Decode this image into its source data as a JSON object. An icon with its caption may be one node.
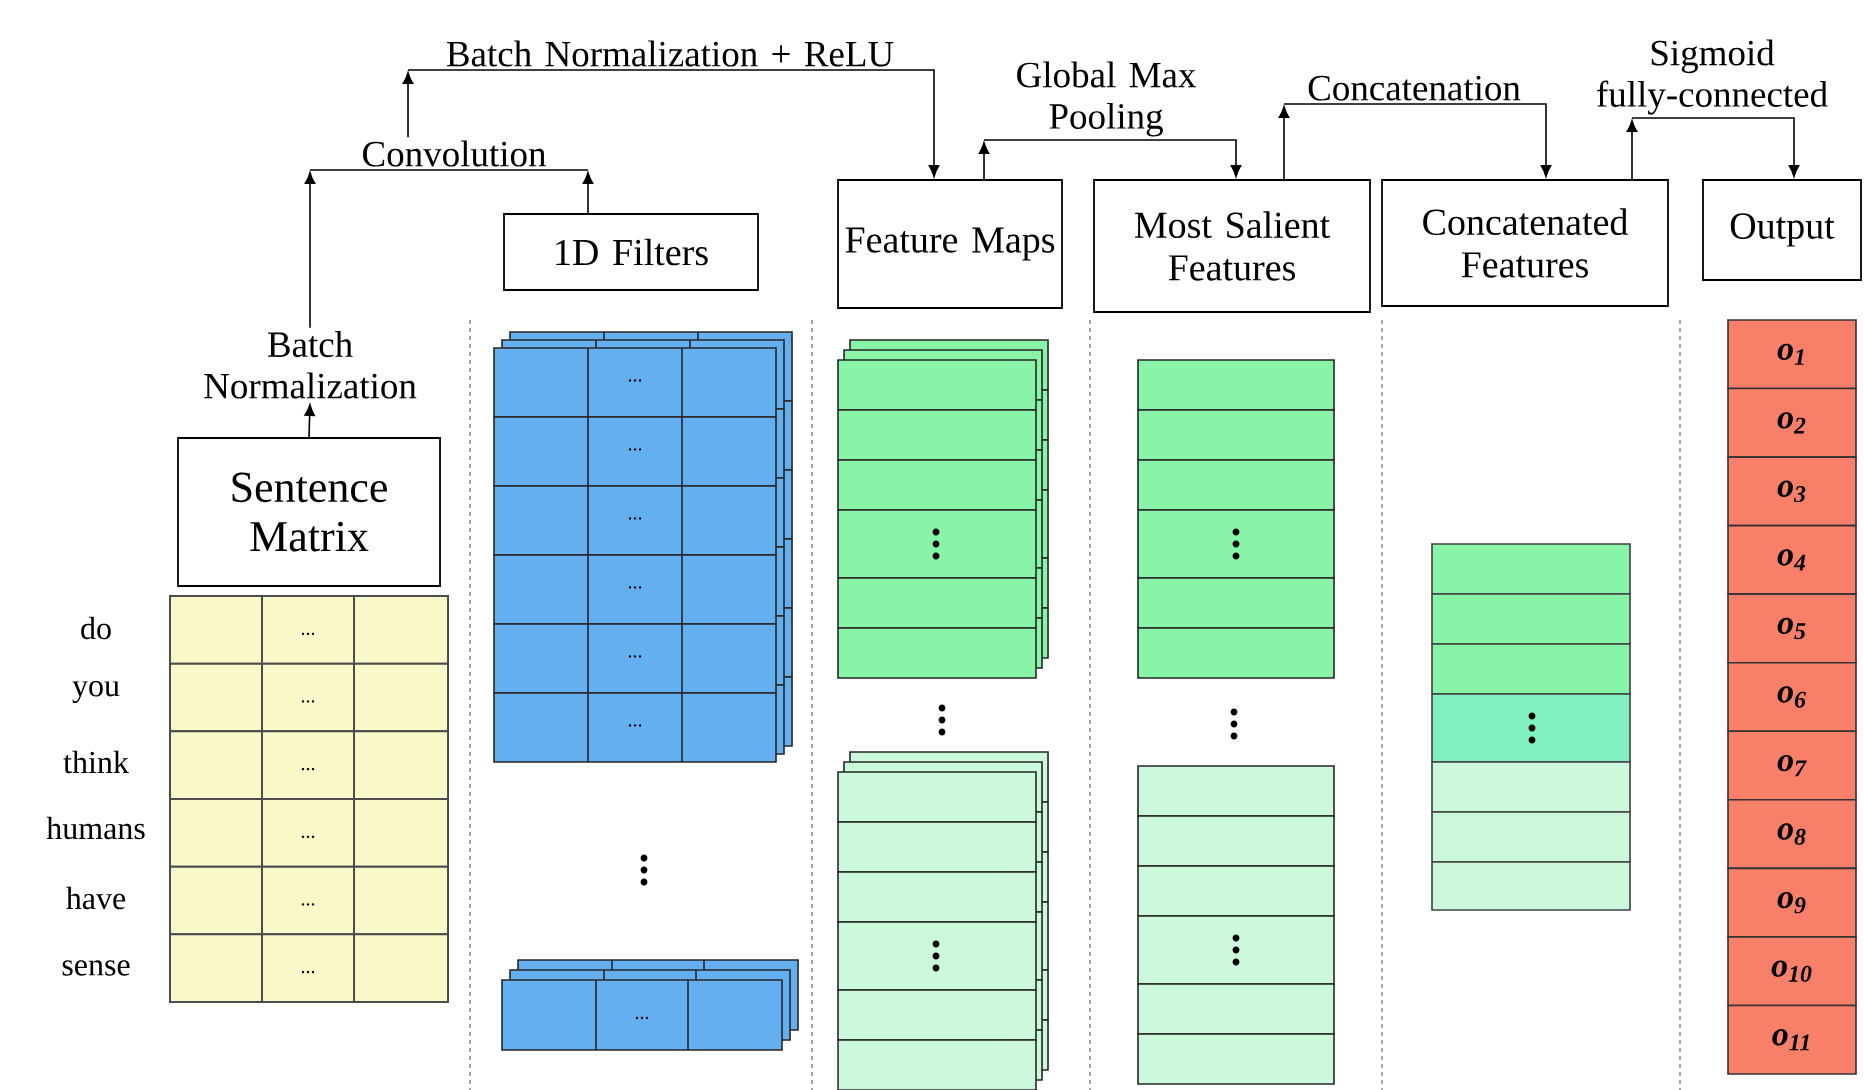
{
  "diagram": {
    "nodes": [
      {
        "text": [
          "Sentence Matrix"
        ]
      },
      {
        "text": [
          "Batch Normalization"
        ]
      },
      {
        "text": [
          "Convolution"
        ]
      },
      {
        "text": [
          "1D Filters"
        ]
      },
      {
        "text": [
          "Batch Normalization + ReLU"
        ]
      },
      {
        "text": [
          "Feature Maps"
        ]
      },
      {
        "text": [
          "Global Max Pooling"
        ]
      },
      {
        "text": [
          "Most Salient Features"
        ]
      },
      {
        "text": [
          "Concatenation"
        ]
      },
      {
        "text": [
          "Concatenated Features"
        ]
      },
      {
        "text": [
          "Sigmoid fully-connected"
        ]
      },
      {
        "text": [
          "Output"
        ]
      }
    ],
    "edges": [
      {
        "from": 0,
        "to": 1,
        "arrow": "to"
      },
      {
        "from": 1,
        "to": 2,
        "arrow": "to"
      },
      {
        "from": 3,
        "to": 2,
        "arrow": "to"
      },
      {
        "from": 2,
        "to": 4,
        "arrow": "to"
      },
      {
        "from": 4,
        "to": 5,
        "arrow": "to"
      },
      {
        "from": 5,
        "to": 6,
        "arrow": "to"
      },
      {
        "from": 6,
        "to": 7,
        "arrow": "to"
      },
      {
        "from": 7,
        "to": 8,
        "arrow": "to"
      },
      {
        "from": 8,
        "to": 9,
        "arrow": "to"
      },
      {
        "from": 9,
        "to": 10,
        "arrow": "to"
      },
      {
        "from": 10,
        "to": 11,
        "arrow": "to"
      }
    ],
    "labels": [
      "do",
      "you",
      "think",
      "humans",
      "have",
      "sense",
      "...",
      "...",
      "...",
      "...",
      "...",
      "...",
      "...",
      "...",
      "...",
      "...",
      "...",
      "...",
      "...",
      "o$_{1}$",
      "o$_{2}$",
      "o$_{3}$",
      "o$_{4}$",
      "o$_{5}$",
      "o$_{6}$",
      "o$_{7}$",
      "o$_{8}$",
      "o$_{9}$",
      "o$_{10}$",
      "o$_{11}$"
    ]
  }
}
